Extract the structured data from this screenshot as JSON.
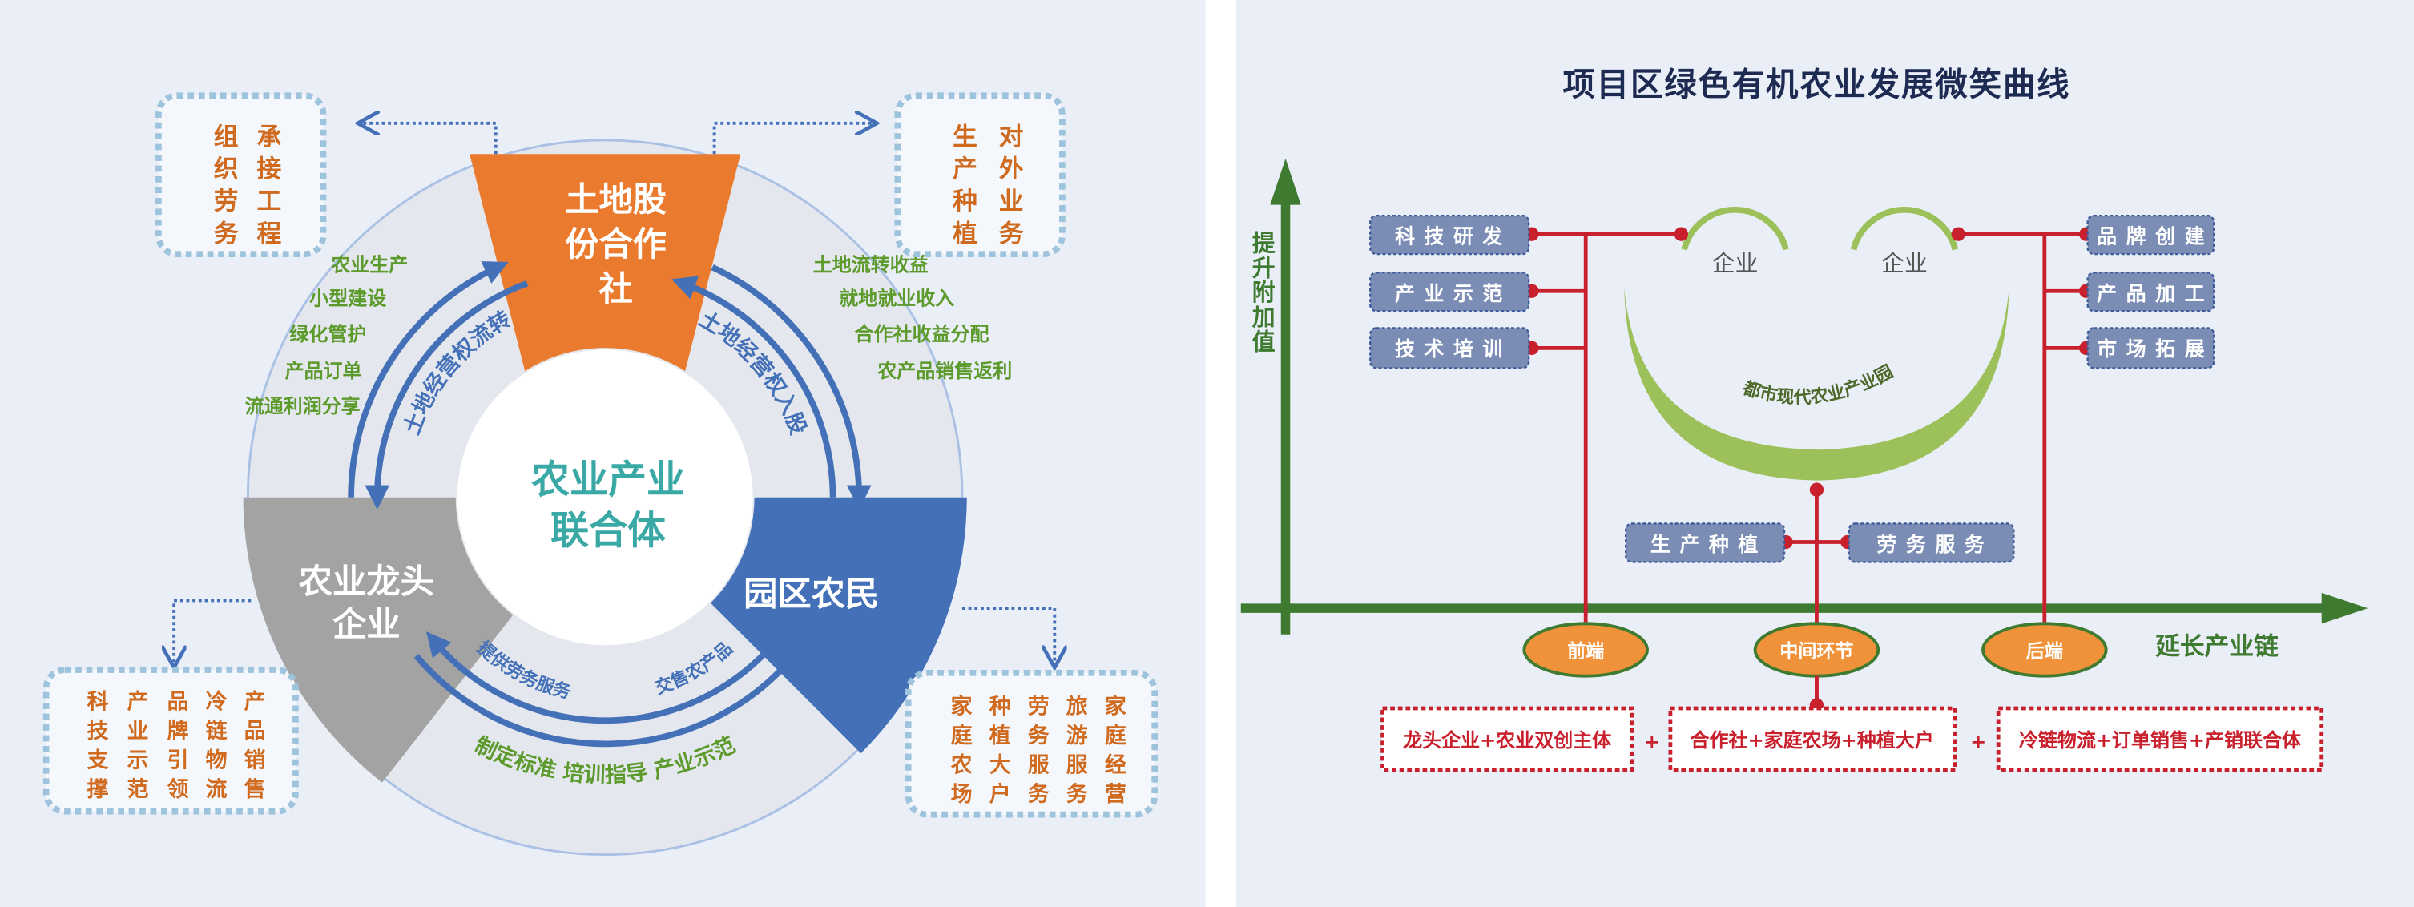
{
  "left": {
    "center_label": [
      "农业产业",
      "联合体"
    ],
    "top_sector": [
      "土地股",
      "份合作",
      "社"
    ],
    "left_sector": [
      "农业龙头",
      "企业"
    ],
    "right_sector": "园区农民",
    "left_list": [
      "农业生产",
      "小型建设",
      "绿化管护",
      "产品订单",
      "流通利润分享"
    ],
    "right_list": [
      "土地流转收益",
      "就地就业收入",
      "合作社收益分配",
      "农产品销售返利"
    ],
    "arc_left": "土地经营权流转",
    "arc_right": "土地经营权入股",
    "arc_bottom_inner_1": "提供劳务服务",
    "arc_bottom_inner_2": "交售农产品",
    "arc_bottom_outer": "制定标准  培训指导  产业示范",
    "box_top_left": [
      "组织劳务",
      "承接工程"
    ],
    "box_top_right": [
      "生产种植",
      "对外业务"
    ],
    "box_bottom_left": [
      "科技支撑",
      "产业示范",
      "品牌引领",
      "冷链物流",
      "产品销售"
    ],
    "box_bottom_right": [
      "家庭农场",
      "种植大户",
      "劳务服务",
      "旅游服务",
      "家庭经营"
    ],
    "colors": {
      "orange": "#ea7a2e",
      "gray": "#a3a3a3",
      "blue": "#4470b8",
      "green": "#5c9a2c",
      "teal": "#3aa9a6",
      "box_text": "#cf6a1f"
    }
  },
  "right": {
    "title": "项目区绿色有机农业发展微笑曲线",
    "y_axis_label": "提升附加值",
    "x_axis_label": "延长产业链",
    "left_boxes": [
      "科技研发",
      "产业示范",
      "技术培训"
    ],
    "right_boxes": [
      "品牌创建",
      "产品加工",
      "市场拓展"
    ],
    "enterprise_left": "企业",
    "enterprise_right": "企业",
    "smile_label": "都市现代农业产业园",
    "middle_boxes": [
      "生产种植",
      "劳务服务"
    ],
    "stages": [
      "前端",
      "中间环节",
      "后端"
    ],
    "bottom_boxes": [
      "龙头企业+农业双创主体",
      "合作社+家庭农场+种植大户",
      "冷链物流+订单销售+产销联合体"
    ],
    "plus": "+",
    "colors": {
      "axis": "#3e7a2f",
      "red": "#c8202c",
      "box": "#7b8db5",
      "smile": "#9cc05a",
      "oval": "#f0923a",
      "title": "#1d2a52"
    }
  }
}
